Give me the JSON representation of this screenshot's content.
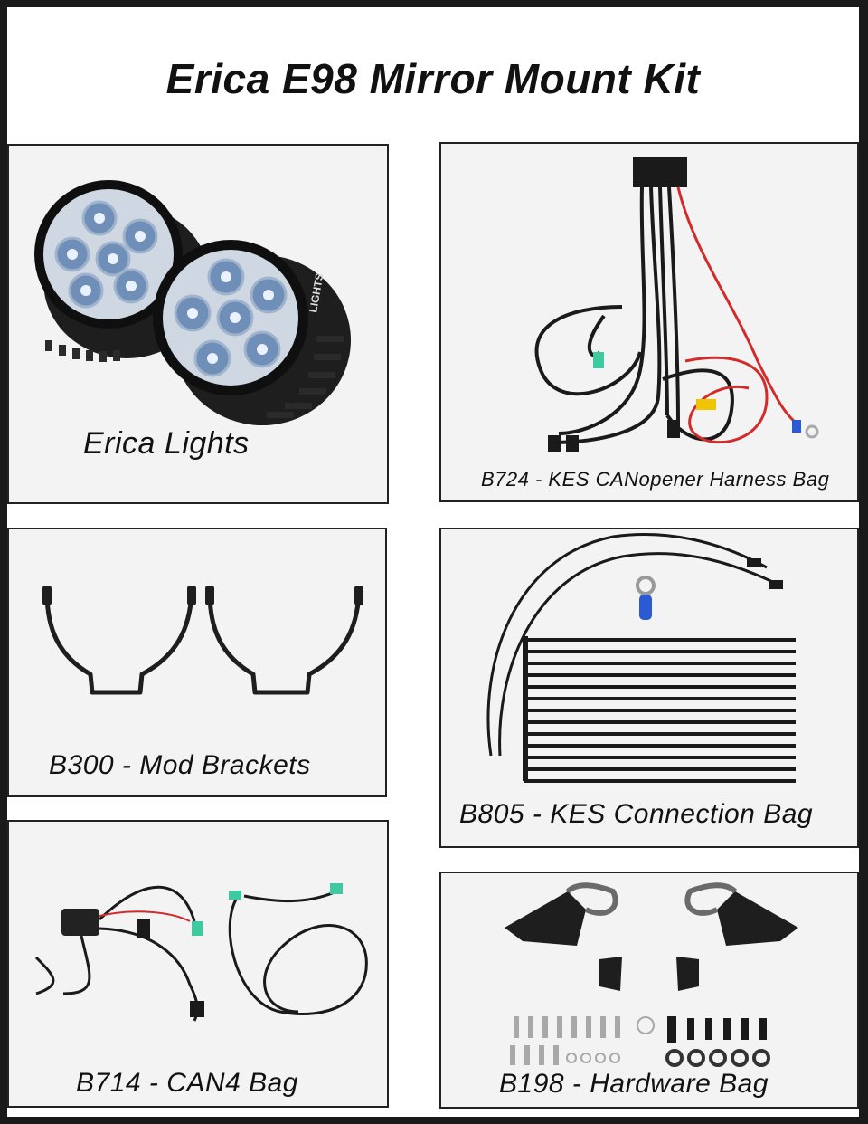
{
  "title": "Erica E98 Mirror Mount Kit",
  "panels": {
    "lights": {
      "caption": "Erica Lights",
      "badge_text": "LIGHTS"
    },
    "harness": {
      "caption": "B724 - KES CANopener Harness Bag"
    },
    "brackets": {
      "caption": "B300 - Mod Brackets"
    },
    "connection": {
      "caption": "B805 - KES Connection Bag"
    },
    "can4": {
      "caption": "B714 - CAN4 Bag"
    },
    "hardware": {
      "caption": "B198 - Hardware Bag"
    }
  },
  "colors": {
    "background": "#1a1a1a",
    "panel": "#f3f3f3",
    "border": "#222222",
    "connector_green": "#3ec9a0",
    "wire_red": "#d42a2a",
    "terminal_blue": "#2a5bd4"
  }
}
